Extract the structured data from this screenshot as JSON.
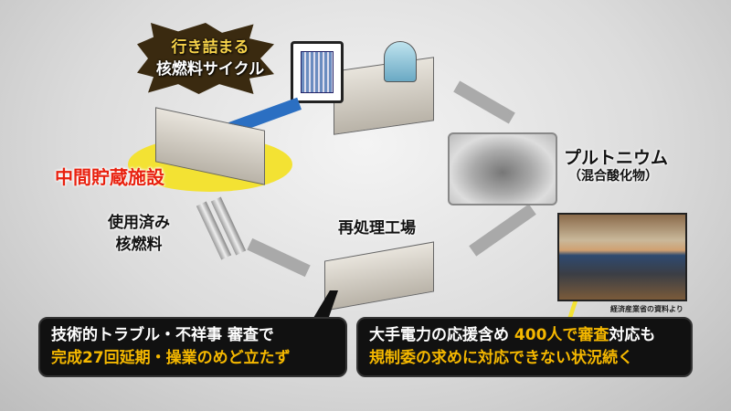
{
  "title": {
    "line1": "行き詰まる",
    "line2": "核燃料サイクル"
  },
  "labels": {
    "interim_storage": "中間貯蔵施設",
    "spent_fuel_line1": "使用済み",
    "spent_fuel_line2": "核燃料",
    "reprocessing_plant": "再処理工場",
    "plutonium": "プルトニウム",
    "mox": "（混合酸化物）",
    "photo_credit": "経済産業省の資料より"
  },
  "callout_left": {
    "line1": "技術的トラブル・不祥事 審査で",
    "line2": "完成27回延期・操業のめど立たず"
  },
  "callout_right": {
    "line1_a": "大手電力の応援含め ",
    "line1_b": "400人で審査",
    "line1_c": "対応も",
    "line2": "規制委の求めに対応できない状況続く"
  },
  "colors": {
    "accent_yellow": "#f5b800",
    "storage_red": "#e8200e",
    "highlight": "#f3e233"
  }
}
